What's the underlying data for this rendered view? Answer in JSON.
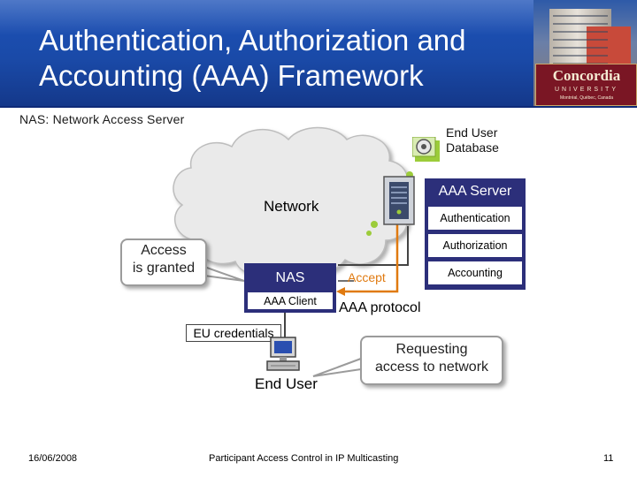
{
  "slide": {
    "title_line1": "Authentication, Authorization and",
    "title_line2": "Accounting (AAA) Framework",
    "logo_name": "Concordia",
    "logo_sub": "UNIVERSITY",
    "logo_location": "Montréal, Québec, Canada"
  },
  "diagram": {
    "nas_note": "NAS: Network Access Server",
    "database_label_line1": "End User",
    "database_label_line2": "Database",
    "network_label": "Network",
    "aaa_server": {
      "title": "AAA Server",
      "rows": [
        "Authentication",
        "Authorization",
        "Accounting"
      ]
    },
    "nas": {
      "title": "NAS",
      "subtitle": "AAA Client"
    },
    "accept_label": "Accept",
    "protocol_label": "AAA protocol",
    "access_callout_line1": "Access",
    "access_callout_line2": "is granted",
    "credentials_label": "EU credentials",
    "request_callout_line1": "Requesting",
    "request_callout_line2": "access to network",
    "end_user_label": "End User"
  },
  "footer": {
    "date": "16/06/2008",
    "title": "Participant Access Control in IP Multicasting",
    "page": "11"
  },
  "colors": {
    "header_blue": "#1d52b8",
    "box_navy": "#2c2f7a",
    "accept_orange": "#e07a10",
    "accent_green": "#9ccc3a"
  }
}
